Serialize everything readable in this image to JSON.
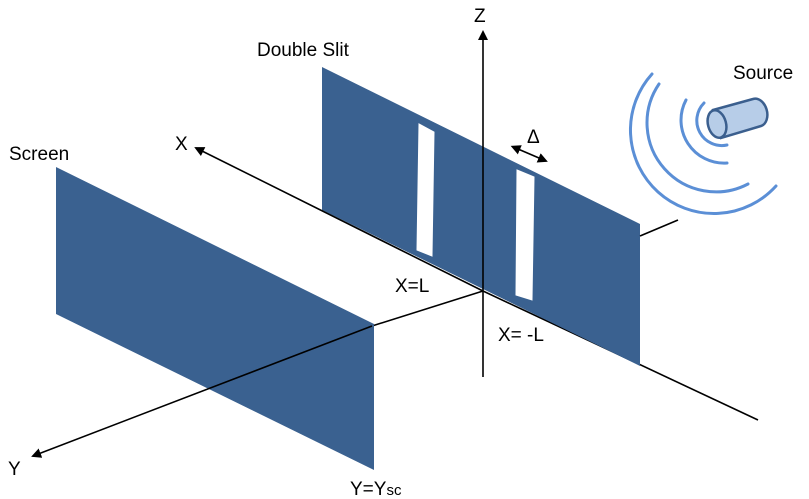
{
  "labels": {
    "z_axis": "Z",
    "x_axis": "X",
    "y_axis": "Y",
    "double_slit": "Double Slit",
    "screen": "Screen",
    "source": "Source",
    "delta": "Δ",
    "x_pos_l": "X=L",
    "x_neg_l": "X= -L",
    "y_screen_main": "Y=Y",
    "y_screen_sub": "sc"
  },
  "colors": {
    "panel": "#3a6190",
    "slit": "#ffffff",
    "wave": "#5b8fd6",
    "source_fill": "#b7cde8",
    "source_stroke": "#3b5f8e",
    "axis": "#000000"
  },
  "icons": {
    "source": "cylinder-emitter-icon",
    "delta": "double-arrow-icon"
  }
}
